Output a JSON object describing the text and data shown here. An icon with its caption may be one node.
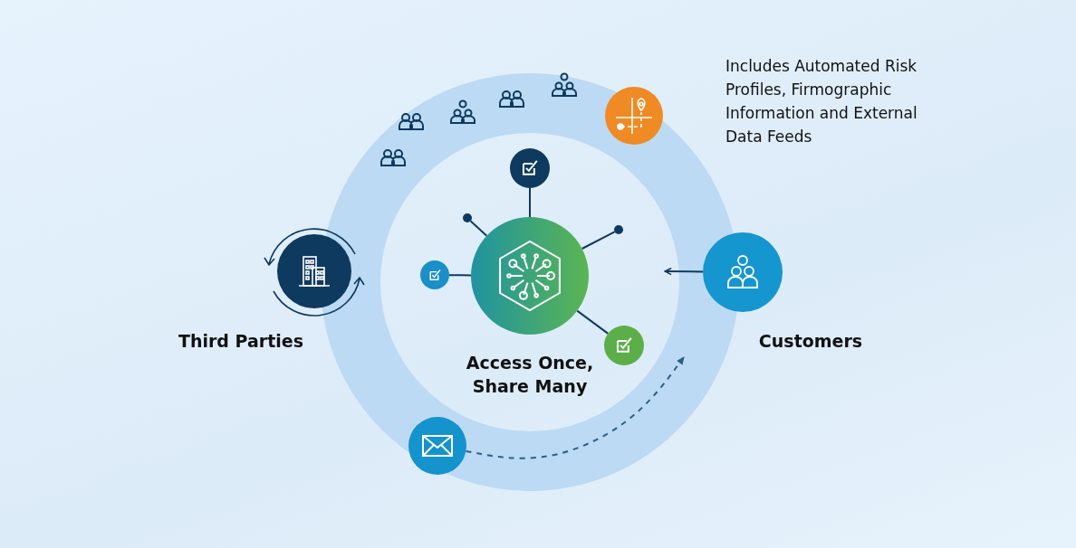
{
  "diagram": {
    "nodes": [
      {
        "text": [
          "Access Once, Share Many"
        ]
      },
      {
        "text": [],
        "shape": "circle"
      },
      {
        "text": [],
        "shape": "circle"
      },
      {
        "text": [],
        "shape": "circle"
      },
      {
        "text": [],
        "shape": "circle"
      },
      {
        "text": [],
        "shape": "circle"
      },
      {
        "text": [
          "Third Parties"
        ]
      },
      {
        "text": [
          "Customers"
        ]
      },
      {
        "text": [],
        "shape": "circle"
      },
      {
        "text": [],
        "shape": "circle"
      }
    ],
    "edges": [
      {
        "from": 0,
        "to": 1,
        "arrow": "none"
      },
      {
        "from": 0,
        "to": 2,
        "arrow": "none"
      },
      {
        "from": 0,
        "to": 3,
        "arrow": "none"
      },
      {
        "from": 0,
        "to": 4,
        "arrow": "none"
      },
      {
        "from": 0,
        "to": 5,
        "arrow": "none"
      },
      {
        "from": 7,
        "to": null,
        "arrow": "to"
      },
      {
        "from": 9,
        "to": null,
        "arrow": "to",
        "style": "dashed"
      }
    ],
    "labels": [
      "Includes Automated Risk Profiles, Firmographic Information and External Data Feeds"
    ]
  }
}
